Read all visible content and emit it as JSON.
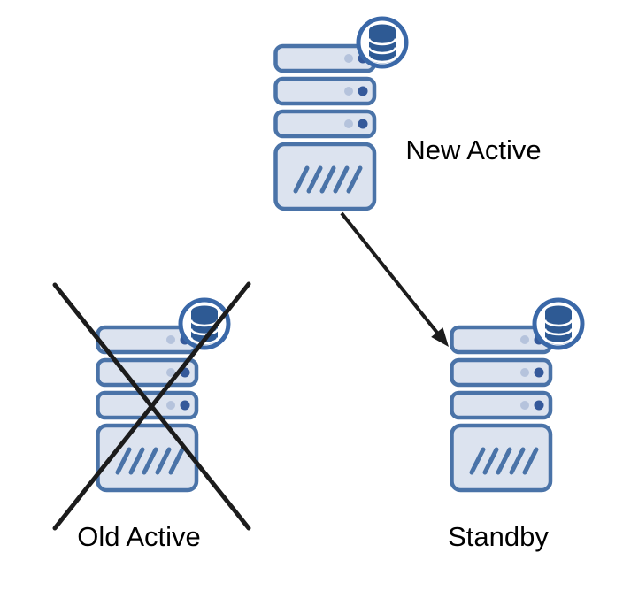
{
  "diagram": {
    "nodes": [
      {
        "id": "new-active",
        "label": "New Active",
        "icon": "server-rack-icon",
        "badge": "database-badge-icon",
        "crossed_out": false
      },
      {
        "id": "old-active",
        "label": "Old Active",
        "icon": "server-rack-icon",
        "badge": "database-badge-icon",
        "crossed_out": true
      },
      {
        "id": "standby",
        "label": "Standby",
        "icon": "server-rack-icon",
        "badge": "database-badge-icon",
        "crossed_out": false
      }
    ],
    "edges": [
      {
        "from": "new-active",
        "to": "standby",
        "type": "arrow"
      }
    ]
  },
  "colors": {
    "bg": "#ffffff",
    "server_fill": "#dce3ef",
    "server_stroke": "#4a73a8",
    "dot_light": "#b5c3dc",
    "dot_dark": "#35599a",
    "slash_color": "#4a73a8",
    "badge_fill": "#ffffff",
    "badge_stroke": "#3a68a8",
    "db_color": "#2e5a94",
    "line_color": "#1c1c1c",
    "text_color": "#000000"
  }
}
